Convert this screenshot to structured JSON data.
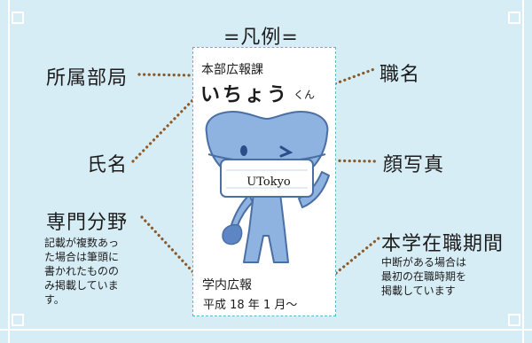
{
  "legend_title": "=凡例=",
  "labels": {
    "department": "所属部局",
    "job_title": "職名",
    "name": "氏名",
    "photo": "顔写真",
    "specialty": "専門分野",
    "tenure": "本学在職期間"
  },
  "notes": {
    "specialty": "記載が複数あっ\nた場合は筆頭に\n書かれたものの\nみ掲載していま\nす。",
    "tenure": "中断がある場合は\n最初の在職時期を\n掲載しています"
  },
  "card": {
    "department": "本部広報課",
    "name": "いちょう",
    "honorific": "くん",
    "mask_text": "UTokyo",
    "specialty": "学内広報",
    "tenure": "平成 18 年 1 月〜"
  },
  "colors": {
    "background": "#d7edf5",
    "frame_line": "#ffffff",
    "leader_dots": "#8a5a2b",
    "card_border": "#5bb7c7",
    "mascot_fill": "#8fb3e0",
    "mascot_stroke": "#4a6fa5"
  }
}
